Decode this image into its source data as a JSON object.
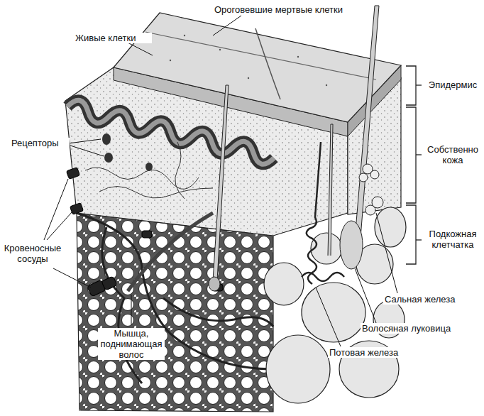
{
  "diagram": {
    "labels": [
      "Ороговевшие мертвые клетки",
      "Живые клетки",
      "Эпидермис",
      "Собственно кожа",
      "Подкожная клетчатка",
      "Рецепторы",
      "Кровеносные сосуды",
      "Мышца, поднимающая волос",
      "Сальная железа",
      "Волосяная луковица",
      "Потовая железа"
    ]
  }
}
